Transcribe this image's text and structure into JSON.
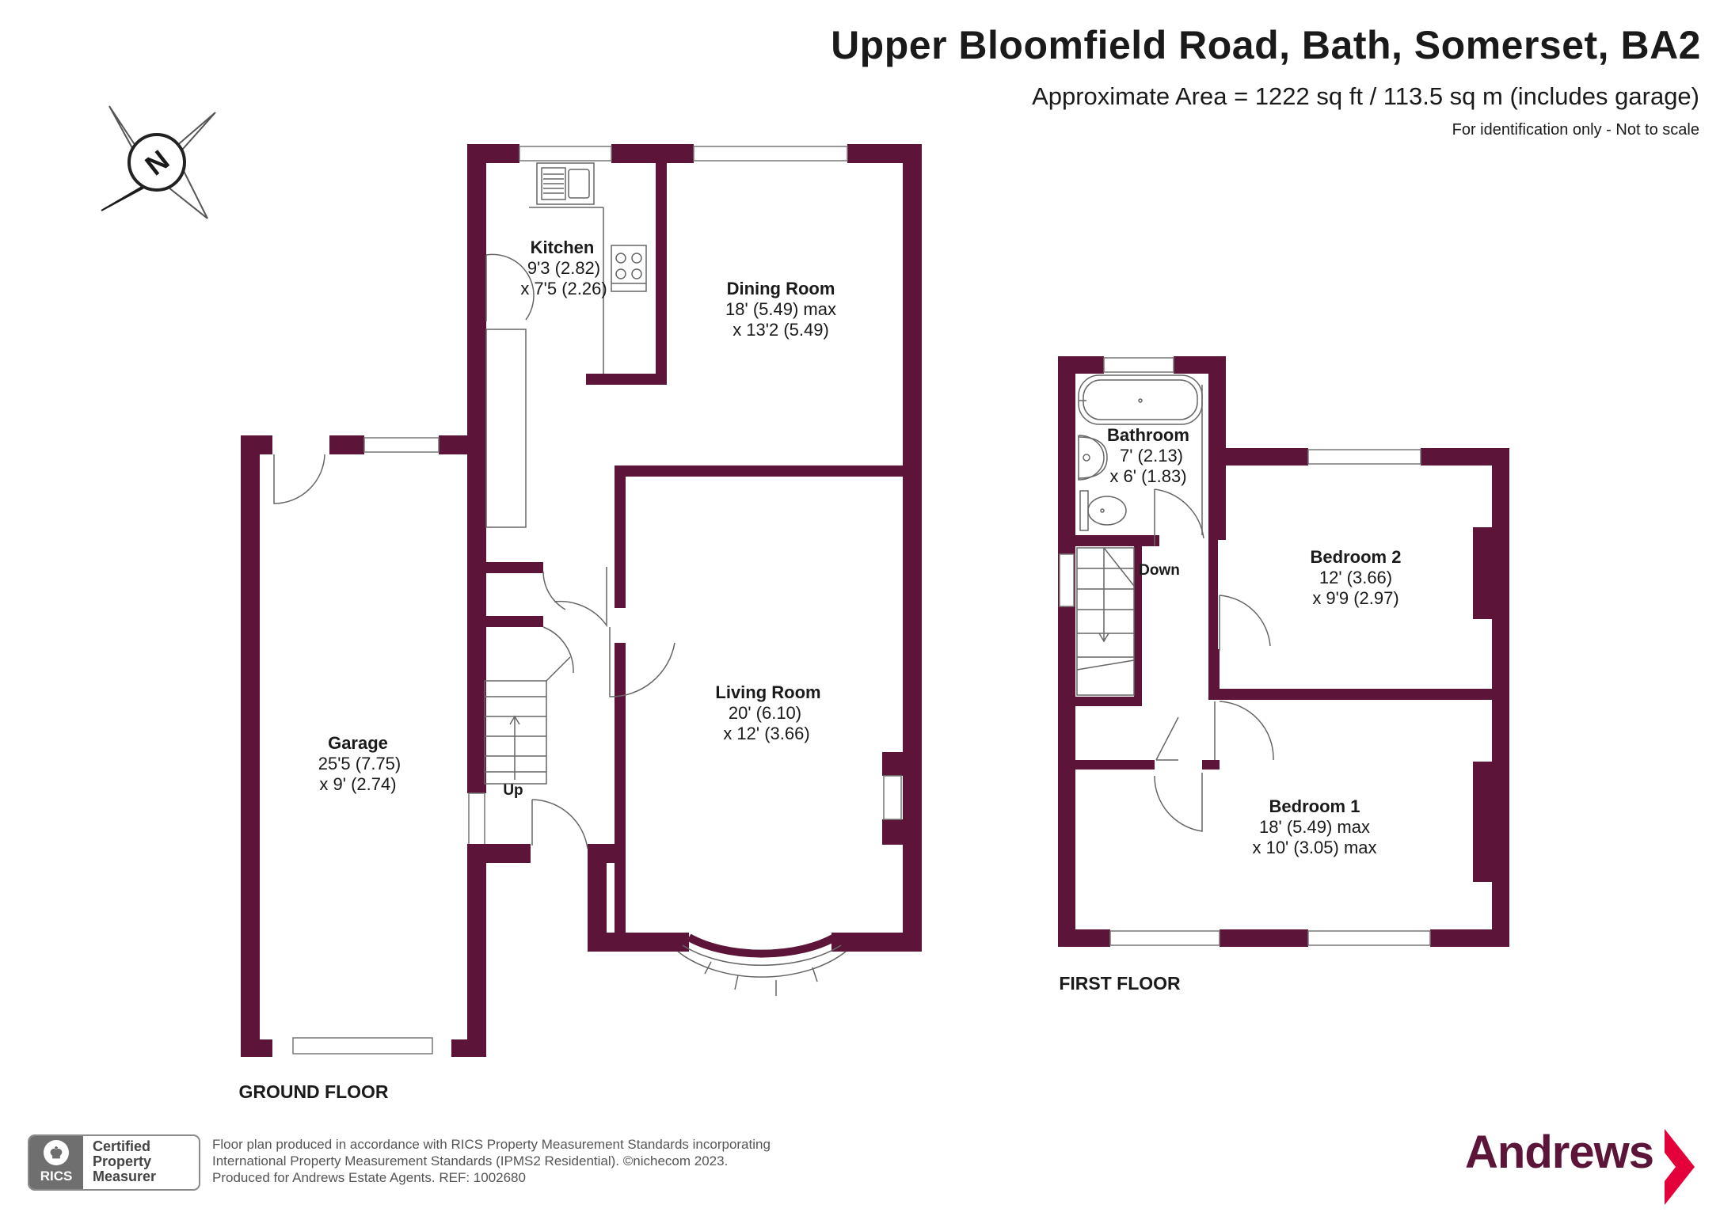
{
  "header": {
    "address": "Upper Bloomfield Road, Bath, Somerset, BA2",
    "area": "Approximate Area = 1222 sq ft / 113.5 sq m (includes garage)",
    "scale_note": "For identification only - Not to scale"
  },
  "compass": {
    "letter": "N",
    "icon": "compass-icon"
  },
  "floors": {
    "ground": {
      "label": "GROUND FLOOR",
      "rooms": {
        "kitchen": {
          "name": "Kitchen",
          "dim1": "9'3 (2.82)",
          "dim2": "x 7'5 (2.26)"
        },
        "dining": {
          "name": "Dining Room",
          "dim1": "18' (5.49) max",
          "dim2": "x 13'2 (5.49)"
        },
        "living": {
          "name": "Living Room",
          "dim1": "20' (6.10)",
          "dim2": "x 12' (3.66)"
        },
        "garage": {
          "name": "Garage",
          "dim1": "25'5 (7.75)",
          "dim2": "x 9' (2.74)"
        }
      },
      "stairs_label": "Up"
    },
    "first": {
      "label": "FIRST FLOOR",
      "rooms": {
        "bathroom": {
          "name": "Bathroom",
          "dim1": "7' (2.13)",
          "dim2": "x 6' (1.83)"
        },
        "bedroom2": {
          "name": "Bedroom 2",
          "dim1": "12' (3.66)",
          "dim2": "x 9'9 (2.97)"
        },
        "bedroom1": {
          "name": "Bedroom 1",
          "dim1": "18' (5.49) max",
          "dim2": "x 10' (3.05) max"
        }
      },
      "stairs_label": "Down"
    }
  },
  "footer": {
    "rics": {
      "short": "RICS",
      "line1": "Certified",
      "line2": "Property",
      "line3": "Measurer"
    },
    "note_line1": "Floor plan produced in accordance with RICS Property Measurement Standards incorporating",
    "note_line2": "International Property Measurement Standards (IPMS2 Residential).  ©nichecom 2023.",
    "note_line3": "Produced for Andrews Estate Agents.   REF:   1002680"
  },
  "brand": {
    "name": "Andrews",
    "color": "#5c1538"
  },
  "colors": {
    "wall": "#5c1538",
    "fixture_line": "#555555"
  }
}
